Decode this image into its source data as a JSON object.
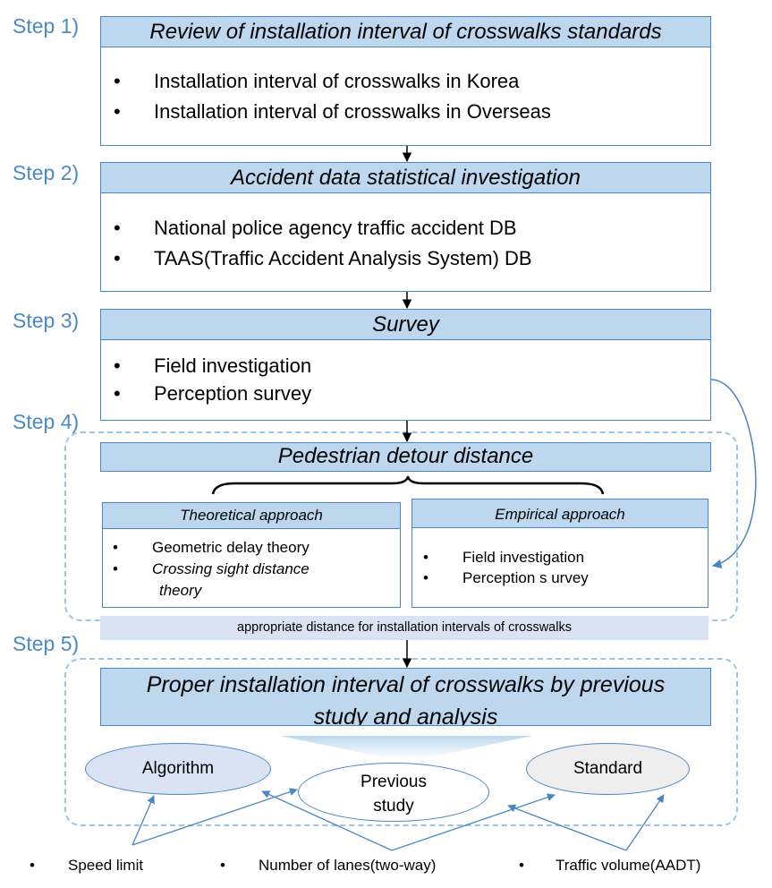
{
  "steps": [
    {
      "label": "Step 1)",
      "title": "Review of installation interval of crosswalks standards",
      "bullets": [
        "Installation interval of crosswalks in Korea",
        "Installation interval of crosswalks in Overseas"
      ]
    },
    {
      "label": "Step 2)",
      "title": "Accident data statistical investigation",
      "bullets": [
        "National police agency traffic accident DB",
        "TAAS(Traffic  Accident Analysis System) DB"
      ]
    },
    {
      "label": "Step 3)",
      "title": "Survey",
      "bullets": [
        "Field investigation",
        "Perception survey"
      ]
    },
    {
      "label": "Step 4)",
      "title": "Pedestrian detour distance"
    },
    {
      "label": "Step 5)",
      "title": "Proper installation interval of crosswalks by previous study and analysis"
    }
  ],
  "bullet_glyph": "•",
  "approaches": {
    "theoretical": {
      "title": "Theoretical approach",
      "bullets": [
        "Geometric delay theory",
        "Crossing sight distance",
        "theory"
      ]
    },
    "empirical": {
      "title": "Empirical approach",
      "bullets": [
        "Field investigation",
        "Perception s urvey"
      ]
    }
  },
  "step4_result": "appropriate distance for installation intervals of crosswalks",
  "ellipses": {
    "algorithm": "Algorithm",
    "previous_line1": "Previous",
    "previous_line2": "study",
    "standard": "Standard"
  },
  "factors": [
    "Speed limit",
    "Number of lanes(two-way)",
    "Traffic volume(AADT)"
  ],
  "colors": {
    "header_fill": "#bdd7ee",
    "border": "#4a86c5",
    "step_label": "#4a8ac4",
    "dashed": "#9dc3e6",
    "result_bar": "#dae3f3"
  }
}
